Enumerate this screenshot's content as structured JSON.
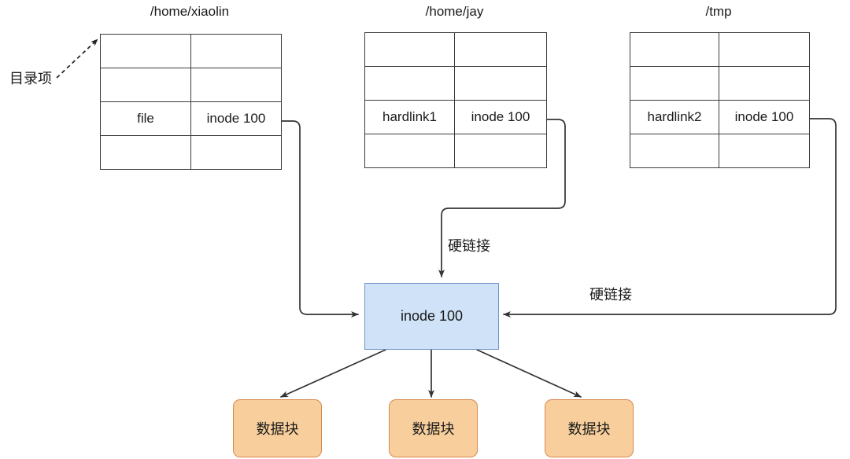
{
  "diagram": {
    "title_note": "hard link diagram: three directory entries pointing to the same inode",
    "annotation_label": "目录项",
    "hardlink_label_center": "硬链接",
    "hardlink_label_right": "硬链接"
  },
  "colors": {
    "name_file_cell": "#d5e8d4",
    "name_link_cell": "#e1d5e7",
    "inode_cell": "#cfe2f7",
    "inode_box_fill": "#cfe2f7",
    "inode_box_stroke": "#7196c4",
    "data_block_fill": "#f7ce9c",
    "data_block_stroke": "#d98a52",
    "table_border": "#3a3a3a",
    "arrow": "#333333"
  },
  "directories": [
    {
      "title": "/home/xiaolin",
      "rows": [
        {
          "name": "",
          "inode": "",
          "highlight": false
        },
        {
          "name": "",
          "inode": "",
          "highlight": false
        },
        {
          "name": "file",
          "inode": "inode 100",
          "highlight": true,
          "name_style": "file"
        },
        {
          "name": "",
          "inode": "",
          "highlight": false
        }
      ]
    },
    {
      "title": "/home/jay",
      "rows": [
        {
          "name": "",
          "inode": "",
          "highlight": false
        },
        {
          "name": "",
          "inode": "",
          "highlight": false
        },
        {
          "name": "hardlink1",
          "inode": "inode 100",
          "highlight": true,
          "name_style": "link"
        },
        {
          "name": "",
          "inode": "",
          "highlight": false
        }
      ]
    },
    {
      "title": "/tmp",
      "rows": [
        {
          "name": "",
          "inode": "",
          "highlight": false
        },
        {
          "name": "",
          "inode": "",
          "highlight": false
        },
        {
          "name": "hardlink2",
          "inode": "inode 100",
          "highlight": true,
          "name_style": "link"
        },
        {
          "name": "",
          "inode": "",
          "highlight": false
        }
      ]
    }
  ],
  "inode": {
    "label": "inode 100"
  },
  "data_blocks": [
    {
      "label": "数据块"
    },
    {
      "label": "数据块"
    },
    {
      "label": "数据块"
    }
  ]
}
